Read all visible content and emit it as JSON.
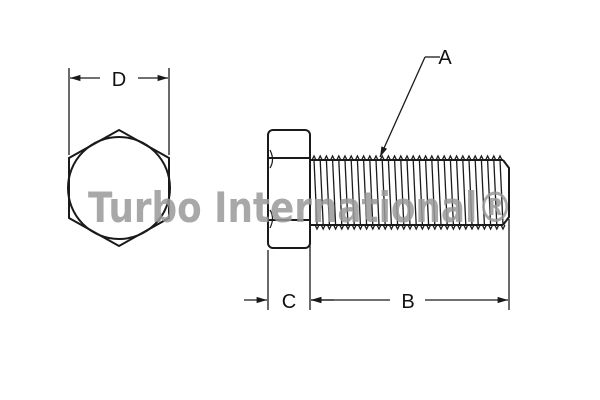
{
  "drawing": {
    "labels": {
      "a": "A",
      "b": "B",
      "c": "C",
      "d": "D"
    },
    "watermark": "Turbo International®",
    "colors": {
      "line": "#1a1a1a",
      "watermark": "#9a9a9a",
      "background": "#ffffff"
    }
  }
}
